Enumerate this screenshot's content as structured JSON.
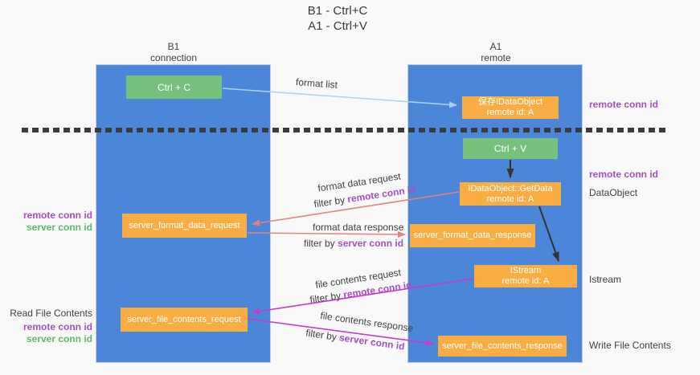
{
  "title": {
    "line1": "B1 - Ctrl+C",
    "line2": "A1 - Ctrl+V"
  },
  "lifelines": {
    "left": {
      "title": "B1",
      "subtitle": "connection"
    },
    "right": {
      "title": "A1",
      "subtitle": "remote"
    }
  },
  "nodes": {
    "ctrl_c": {
      "label": "Ctrl + C"
    },
    "save_idataobject": {
      "line1": "保存IDataObject",
      "line2": "remote id: A"
    },
    "ctrl_v": {
      "label": "Ctrl + V"
    },
    "idataobject_getdata": {
      "line1": "IDataObject::GetData",
      "line2": "remote id: A"
    },
    "server_format_data_request": {
      "label": "server_format_data_request"
    },
    "server_format_data_response": {
      "label": "server_format_data_response"
    },
    "istream": {
      "line1": "IStream",
      "line2": "remote id: A"
    },
    "server_file_contents_request": {
      "label": "server_file_contents_request"
    },
    "server_file_contents_response": {
      "label": "server_file_contents_response"
    }
  },
  "arrow_labels": {
    "format_list": "format list",
    "format_data_request": "format data request",
    "format_data_response": "format data response",
    "file_contents_request": "file contents request",
    "file_contents_response": "file contents response",
    "filter_by": "filter by",
    "remote_conn_id": "remote conn id",
    "server_conn_id": "server conn id"
  },
  "side_labels": {
    "remote_conn_id": "remote conn id",
    "server_conn_id": "server conn id",
    "dataobject": "DataObject",
    "istream": "Istream",
    "read_file_contents": "Read File Contents",
    "write_file_contents": "Write File Contents"
  },
  "colors": {
    "lifeline_blue": "#4c86d8",
    "node_green": "#77c17c",
    "node_orange": "#f9ad42",
    "arrow_light_blue": "#a9d3ef",
    "arrow_salmon": "#e8827a",
    "arrow_magenta": "#c73bc9",
    "arrow_black": "#333333",
    "text_purple": "#a54fc4",
    "text_green": "#61b968"
  }
}
